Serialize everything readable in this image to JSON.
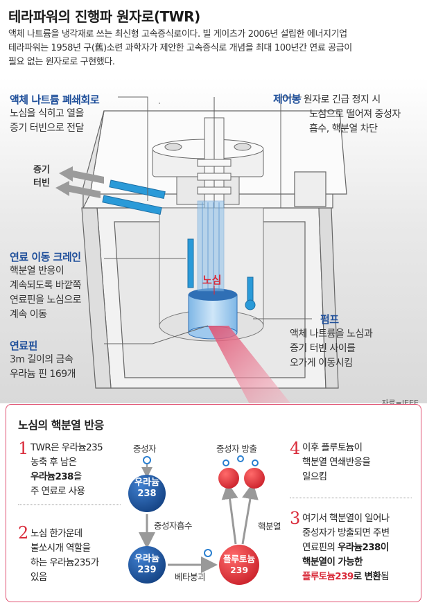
{
  "title": "테라파워의 진행파 원자로(TWR)",
  "intro": [
    "액체 나트륨을 냉각재로 쓰는 최신형 고속증식로이다. 빌 게이츠가 2006년 설립한 에너지기업",
    "테라파워는 1958년 구(舊)소련 과학자가 제안한 고속증식로 개념을 최대 100년간 연료 공급이",
    "필요 없는 원자로로 구현했다."
  ],
  "labels": {
    "sodium_loop": {
      "title": "액체 나트륨 폐쇄회로",
      "lines": [
        "노심을 식히고 열을",
        "증기 터빈으로 전달"
      ]
    },
    "control_rod": {
      "title": "제어봉",
      "lines": [
        "원자로 긴급 정지 시",
        "노심으로 떨어져 중성자",
        "흡수, 핵분열 차단"
      ]
    },
    "steam_turbine": [
      "증기",
      "터빈"
    ],
    "crane": {
      "title": "연료 이동 크레인",
      "lines": [
        "핵분열 반응이",
        "계속되도록 바깥쪽",
        "연료핀을 노심으로",
        "계속 이동"
      ]
    },
    "core": "노심",
    "pump": {
      "title": "펌프",
      "lines": [
        "액체 나트륨을 노심과",
        "증기 터빈 사이를",
        "오가게 이동시킴"
      ]
    },
    "fuel_pin": {
      "title": "연료핀",
      "lines": [
        "3m 길이의 금속",
        "우라늄 핀 169개"
      ]
    }
  },
  "source": "자료=IEEE",
  "reaction": {
    "title": "노심의 핵분열 반응",
    "step1": {
      "num": "1",
      "l1": "TWR은 우라늄235",
      "l2": "농축 후 남은",
      "l3b": "우라늄238",
      "l3": "을",
      "l4": "주 연료로 사용"
    },
    "step2": {
      "num": "2",
      "lines": [
        "노심 한가운데",
        "불쏘시개 역할을",
        "하는 우라늄235가",
        "있음"
      ]
    },
    "step3": {
      "num": "3",
      "l1": "여기서 핵분열이 일어나",
      "l2": "중성자가 방출되면 주변",
      "l3a": "연료핀의 ",
      "l3b": "우라늄238이",
      "l4b": "핵분열이 가능한",
      "l5r": "플루토늄239",
      "l5b": "로 변환",
      "l5": "됨"
    },
    "step4": {
      "num": "4",
      "lines": [
        "이후 플루토늄이",
        "핵분열 연쇄반응을",
        "일으킴"
      ]
    },
    "neutron": "중성자",
    "neutron_emission": "중성자 방출",
    "u238_name": "우라늄",
    "u238_num": "238",
    "u239_name": "우라늄",
    "u239_num": "239",
    "pu239_name": "플루토늄",
    "pu239_num": "239",
    "absorb": "중성자흡수",
    "beta": "베타붕괴",
    "fission": "핵분열"
  },
  "colors": {
    "accent_blue": "#1f4f9a",
    "sodium_blue": "#2a9ad8",
    "red": "#d92b3a",
    "core_blue": "#2f6fb5"
  }
}
